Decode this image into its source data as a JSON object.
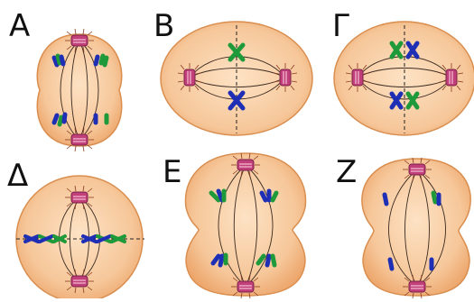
{
  "panels": [
    {
      "label": "Α"
    },
    {
      "label": "Β"
    },
    {
      "label": "Γ"
    },
    {
      "label": "Δ"
    },
    {
      "label": "Ε"
    },
    {
      "label": "Ζ"
    }
  ],
  "colors": {
    "cell_fill": "#f6c79a",
    "cell_stroke": "#d98e4f",
    "spindle": "#3a2a20",
    "chromosome_blue": "#1e2fb5",
    "chromosome_green": "#1f9a3a",
    "centrosome": "#c2407a",
    "equator_line": "#222222"
  }
}
